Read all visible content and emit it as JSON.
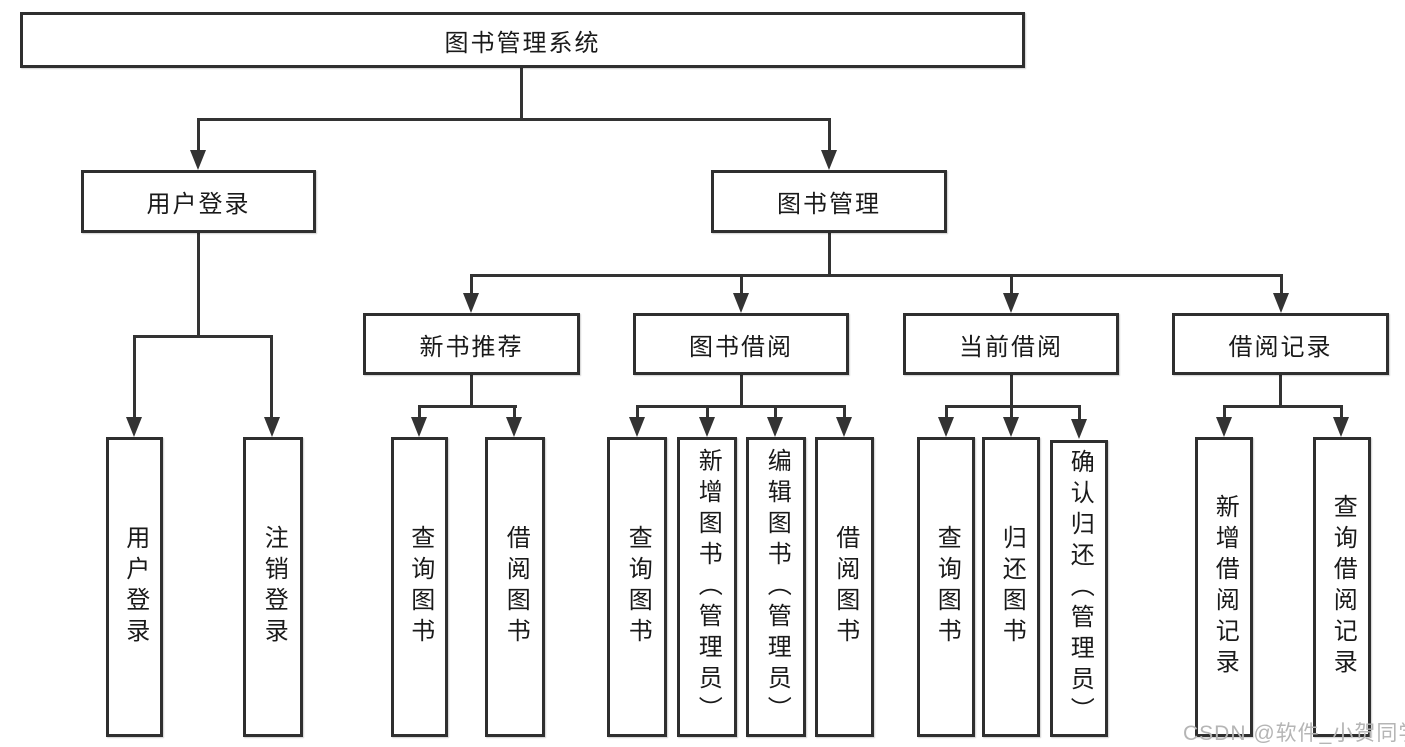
{
  "tree": {
    "root": "图书管理系统",
    "branches": [
      {
        "label": "用户登录",
        "leaves": [
          "用户登录",
          "注销登录"
        ]
      },
      {
        "label": "图书管理",
        "sections": [
          {
            "label": "新书推荐",
            "leaves": [
              "查询图书",
              "借阅图书"
            ]
          },
          {
            "label": "图书借阅",
            "leaves": [
              "查询图书",
              "新增图书（管理员）",
              "编辑图书（管理员）",
              "借阅图书"
            ]
          },
          {
            "label": "当前借阅",
            "leaves": [
              "查询图书",
              "归还图书",
              "确认归还（管理员）"
            ]
          },
          {
            "label": "借阅记录",
            "leaves": [
              "新增借阅记录",
              "查询借阅记录"
            ]
          }
        ]
      }
    ]
  },
  "watermark": "CSDN @软件_小贺同学",
  "colors": {
    "background": "#ffffff",
    "line": "#333333",
    "box_border": "#2f2f2f",
    "text": "#1a1a1a",
    "watermark": "#b5b5b5"
  }
}
